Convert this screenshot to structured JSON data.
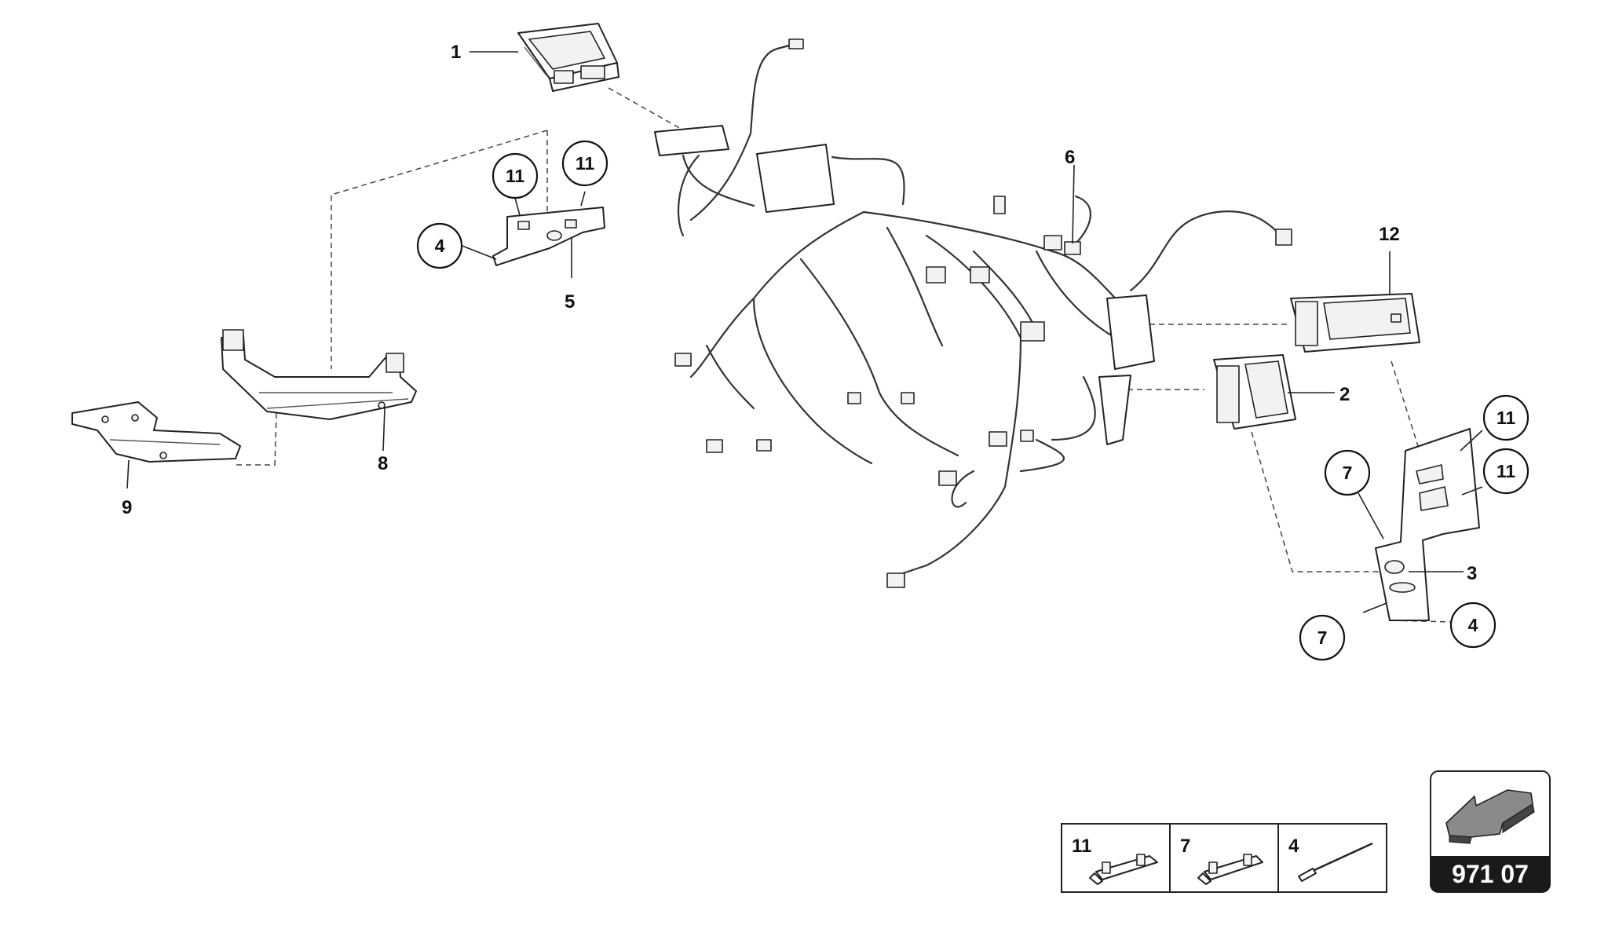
{
  "callouts": {
    "c1": "1",
    "c2": "2",
    "c3": "3",
    "c4a": "4",
    "c4b": "4",
    "c5": "5",
    "c6": "6",
    "c7a": "7",
    "c7b": "7",
    "c8": "8",
    "c9": "9",
    "c11a": "11",
    "c11b": "11",
    "c11c": "11",
    "c11d": "11",
    "c12": "12"
  },
  "legend": {
    "items": [
      {
        "label": "11",
        "icon": "clip-icon"
      },
      {
        "label": "7",
        "icon": "clip-icon"
      },
      {
        "label": "4",
        "icon": "rivet-icon"
      }
    ]
  },
  "badge": {
    "code": "971 07",
    "icon": "arrow-icon",
    "colors": {
      "badge_bg": "#1a1a1a",
      "arrow_fill": "#555555"
    }
  }
}
